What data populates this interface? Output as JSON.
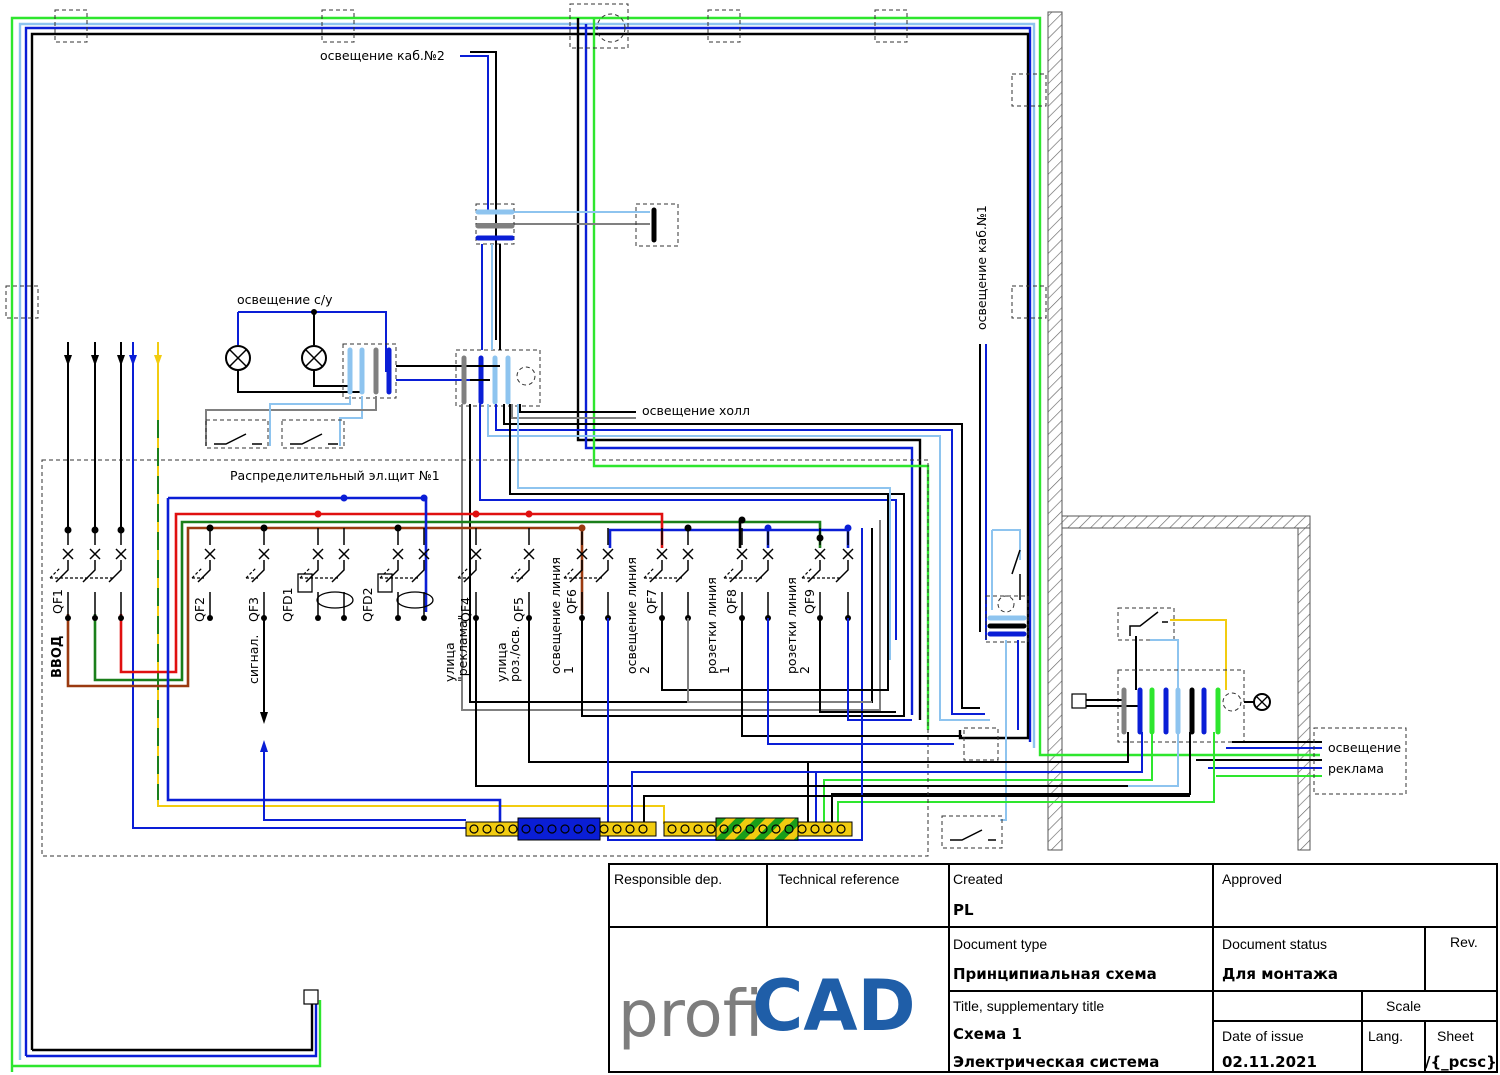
{
  "diagram": {
    "labels": {
      "lighting_cab2": "освещение каб.№2",
      "lighting_cab1": "освещение каб.№1",
      "lighting_su": "освещение с/у",
      "lighting_hall": "освещение холл",
      "panel_title": "Распределительный эл.щит №1",
      "vvod": "ВВОД",
      "signal": "сигнал.",
      "lighting_right": "освещение",
      "advert_right": "реклама"
    },
    "breakers": [
      {
        "id": "QF1",
        "desc": ""
      },
      {
        "id": "QF2",
        "desc": ""
      },
      {
        "id": "QF3",
        "desc": ""
      },
      {
        "id": "QFD1",
        "desc": ""
      },
      {
        "id": "QFD2",
        "desc": ""
      },
      {
        "id": "QF4",
        "desc": "улица \"реклама\""
      },
      {
        "id": "QF5",
        "desc": "улица роз./осв."
      },
      {
        "id": "QF6",
        "desc": "освещение линия 1"
      },
      {
        "id": "QF7",
        "desc": "освещение линия 2"
      },
      {
        "id": "QF8",
        "desc": "розетки линия 1"
      },
      {
        "id": "QF9",
        "desc": "розетки линия 2"
      }
    ],
    "wire_colors": {
      "black": "#000000",
      "blue": "#0a1ed6",
      "light_blue": "#8ec4ef",
      "green": "#2ee62e",
      "dark_green": "#1a7f1a",
      "red": "#e01010",
      "brown": "#9a3a10",
      "yellow": "#f2cc10",
      "grey": "#808080"
    }
  },
  "title_block": {
    "responsible_dep_caption": "Responsible dep.",
    "technical_reference_caption": "Technical reference",
    "created_caption": "Created",
    "created_value": "PL",
    "approved_caption": "Approved",
    "document_type_caption": "Document type",
    "document_type_value": "Принципиальная схема",
    "document_status_caption": "Document status",
    "document_status_value": "Для монтажа",
    "rev_caption": "Rev.",
    "title_caption": "Title, supplementary title",
    "title_value_1": "Схема 1",
    "title_value_2": "Электрическая система",
    "scale_caption": "Scale",
    "date_caption": "Date of issue",
    "date_value": "02.11.2021",
    "lang_caption": "Lang.",
    "sheet_caption": "Sheet",
    "sheet_value": "/{_pcsc}",
    "logo_part1": "profi",
    "logo_part2": "CAD"
  }
}
